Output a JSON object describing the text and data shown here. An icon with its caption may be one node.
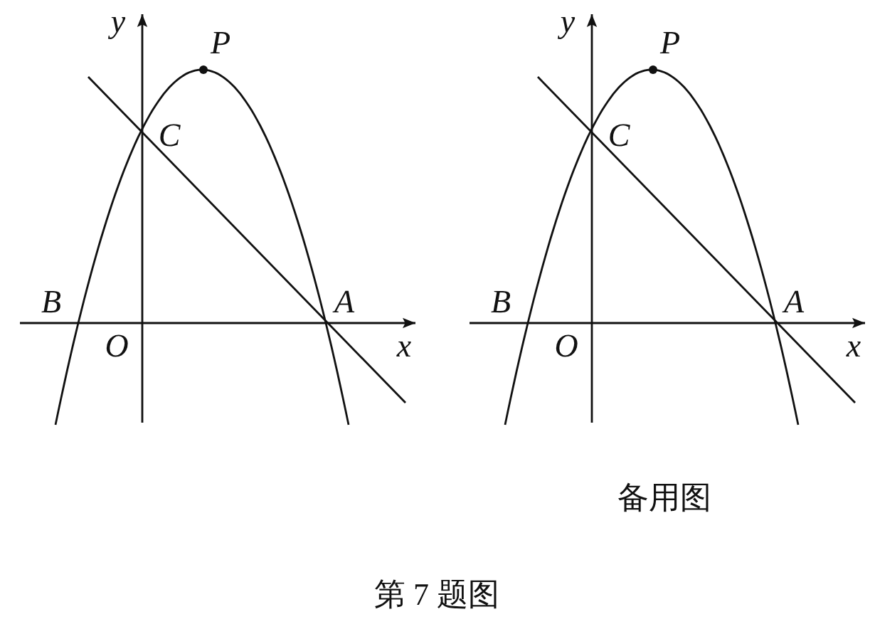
{
  "diagram": {
    "caption": "第 7 题图",
    "labels": [
      "y",
      "P",
      "C",
      "B",
      "A",
      "O",
      "x",
      "y",
      "P",
      "C",
      "B",
      "A",
      "O",
      "x",
      "备用图"
    ]
  }
}
